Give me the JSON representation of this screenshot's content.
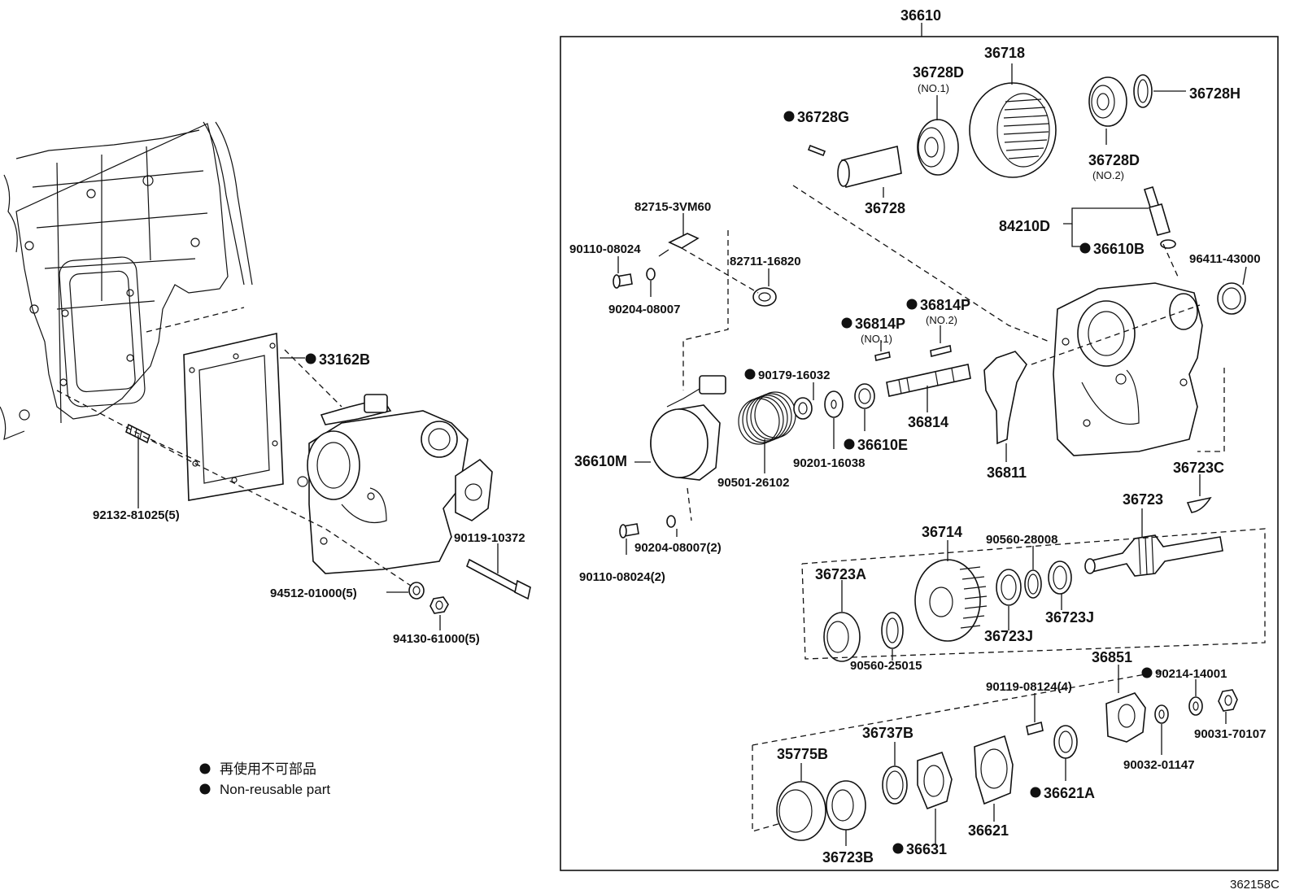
{
  "frame_label": "36610",
  "left_labels": {
    "gasket": "33162B",
    "stud": "92132-81025(5)",
    "bolt": "90119-10372",
    "washer": "94512-01000(5)",
    "nut": "94130-61000(5)"
  },
  "top_labels": {
    "p36728G": "36728G",
    "p36728D1": "36728D",
    "p36728D1_sub": "(NO.1)",
    "p36718": "36718",
    "p36728": "36728",
    "p36728H": "36728H",
    "p36728D2": "36728D",
    "p36728D2_sub": "(NO.2)",
    "p84210D": "84210D",
    "p36610B": "36610B",
    "p96411": "96411-43000"
  },
  "mid_labels": {
    "p82715": "82715-3VM60",
    "p90110a": "90110-08024",
    "p82711": "82711-16820",
    "p90204a": "90204-08007",
    "p36814P1": "36814P",
    "p36814P1_sub": "(NO.1)",
    "p36814P2": "36814P",
    "p36814P2_sub": "(NO.2)",
    "p90179": "90179-16032",
    "p36814": "36814",
    "p36610E": "36610E",
    "p90201": "90201-16038",
    "p36811": "36811",
    "p36610M": "36610M",
    "p90501": "90501-26102",
    "p90204b": "90204-08007(2)",
    "p90110b": "90110-08024(2)"
  },
  "shaft_labels": {
    "p36723C": "36723C",
    "p36723": "36723",
    "p36714": "36714",
    "p90560a": "90560-28008",
    "p36723A": "36723A",
    "p36723J1": "36723J",
    "p36723J2": "36723J",
    "p90560b": "90560-25015"
  },
  "bottom_labels": {
    "p36851": "36851",
    "p90214": "90214-14001",
    "p90119b": "90119-08124(4)",
    "p90031": "90031-70107",
    "p90032": "90032-01147",
    "p35775B": "35775B",
    "p36737B": "36737B",
    "p36621A": "36621A",
    "p36621": "36621",
    "p36723B": "36723B",
    "p36631": "36631"
  },
  "legend": {
    "line1": "再使用不可部品",
    "line2": "Non-reusable part"
  },
  "figure_code": "362158C"
}
